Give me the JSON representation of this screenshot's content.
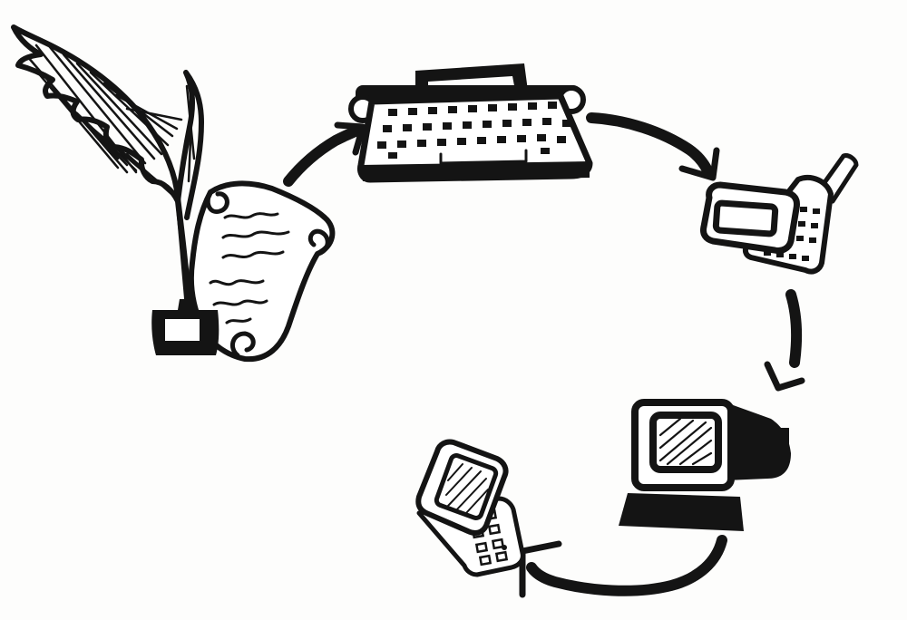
{
  "diagram": {
    "kind": "hand-drawn evolution cycle",
    "stages": [
      {
        "id": "quill-and-scroll",
        "icon": "quill-scroll-icon"
      },
      {
        "id": "typewriter",
        "icon": "typewriter-icon"
      },
      {
        "id": "mobile-phone",
        "icon": "mobile-phone-icon"
      },
      {
        "id": "desktop-computer",
        "icon": "desktop-computer-icon"
      },
      {
        "id": "pda-device",
        "icon": "pda-icon"
      }
    ],
    "connections": [
      {
        "from": "quill-and-scroll",
        "to": "typewriter"
      },
      {
        "from": "typewriter",
        "to": "mobile-phone"
      },
      {
        "from": "mobile-phone",
        "to": "desktop-computer"
      },
      {
        "from": "desktop-computer",
        "to": "pda-device"
      }
    ],
    "colors": {
      "ink": "#141414",
      "paper": "#fdfdfc"
    }
  }
}
